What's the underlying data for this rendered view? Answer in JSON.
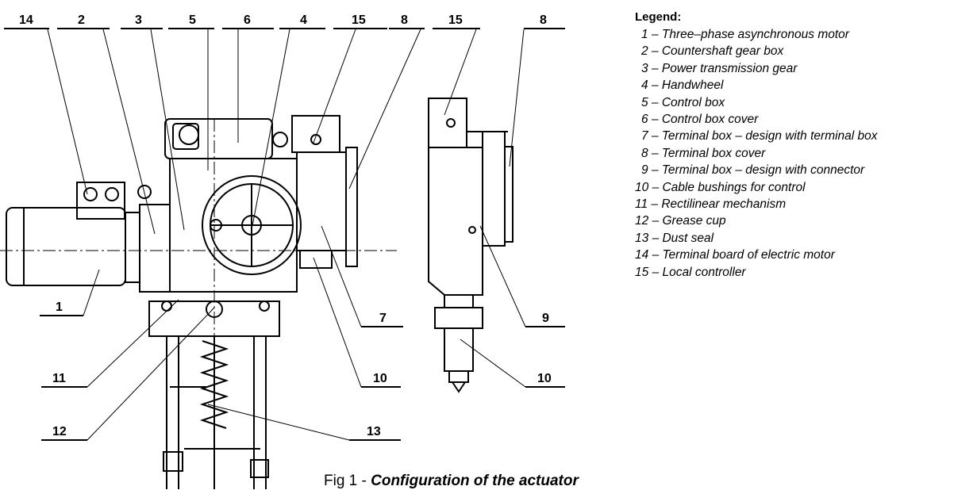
{
  "legend": {
    "heading": "Legend:",
    "items": [
      {
        "num": "1",
        "text": "– Three–phase asynchronous motor"
      },
      {
        "num": "2",
        "text": "– Countershaft gear box"
      },
      {
        "num": "3",
        "text": "– Power transmission gear"
      },
      {
        "num": "4",
        "text": "– Handwheel"
      },
      {
        "num": "5",
        "text": "– Control box"
      },
      {
        "num": "6",
        "text": "– Control box cover"
      },
      {
        "num": "7",
        "text": "– Terminal box – design with terminal box"
      },
      {
        "num": "8",
        "text": "– Terminal box cover"
      },
      {
        "num": "9",
        "text": "– Terminal box – design with connector"
      },
      {
        "num": "10",
        "text": "– Cable bushings for control"
      },
      {
        "num": "11",
        "text": "– Rectilinear mechanism"
      },
      {
        "num": "12",
        "text": "– Grease cup"
      },
      {
        "num": "13",
        "text": "– Dust seal"
      },
      {
        "num": "14",
        "text": "– Terminal board of electric motor"
      },
      {
        "num": "15",
        "text": "– Local controller"
      }
    ]
  },
  "callouts": {
    "top": [
      "14",
      "2",
      "3",
      "5",
      "6",
      "4",
      "15",
      "8",
      "15",
      "8"
    ],
    "bottom": [
      "1",
      "7",
      "9",
      "11",
      "10",
      "10",
      "12",
      "13"
    ]
  },
  "caption": {
    "prefix": "Fig 1 - ",
    "title": "Configuration of the actuator"
  }
}
